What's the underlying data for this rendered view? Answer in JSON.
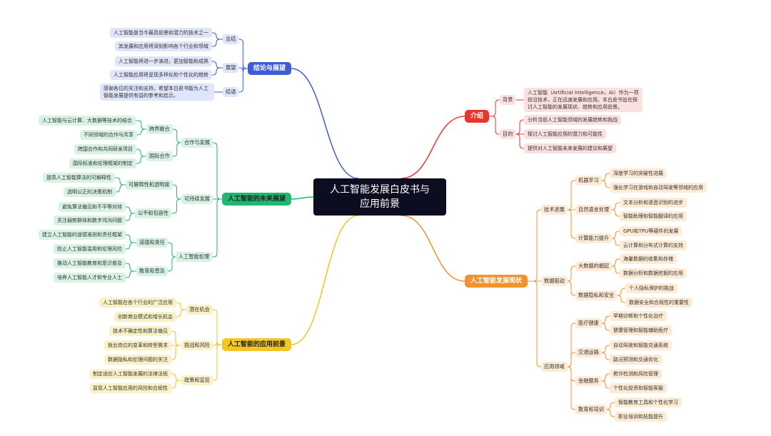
{
  "root": {
    "title_line1": "人工智能发展白皮书与",
    "title_line2": "应用前景"
  },
  "colors": {
    "blue": "#3f5bd8",
    "red": "#e8362f",
    "orange": "#f2922f",
    "green": "#1fb871",
    "yellow": "#f3c623",
    "root": "#0d0d22"
  },
  "conclusion": {
    "label": "结论与展望",
    "summary": {
      "label": "总结",
      "items": [
        "人工智能是当今最具前景和潜力的技术之一",
        "其发展和应用将深刻影响各个行业和领域"
      ]
    },
    "outlook": {
      "label": "展望",
      "items": [
        "人工智能将进一步演进，更加智能和成熟",
        "人工智能应用将呈现多样化和个性化的趋势"
      ]
    },
    "closing": {
      "label": "结语",
      "text": "感谢各位的关注和支持，希望本白皮书能为人工智能发展提供有益的参考和启示。"
    }
  },
  "intro": {
    "label": "介绍",
    "background": {
      "label": "背景",
      "text": "人工智能（Artificial Intelligence，AI）作为一项前沿技术，正在迅速发展和应用。本白皮书旨在探讨人工智能的发展现状、趋势和应用前景。"
    },
    "purpose": {
      "label": "目的",
      "items": [
        "分析当前人工智能领域的发展趋势和挑战",
        "探讨人工智能应用的潜力和可能性",
        "提供对人工智能未来发展的建议和展望"
      ]
    }
  },
  "current": {
    "label": "人工智能发展现状",
    "tech": {
      "label": "技术进展",
      "ml": {
        "label": "机器学习",
        "items": [
          "深度学习的突破性进展",
          "强化学习在游戏和自动驾驶等领域的应用"
        ]
      },
      "nlp": {
        "label": "自然语言处理",
        "items": [
          "文本分析和语音识别的进步",
          "智能助理和智能翻译的应用"
        ]
      },
      "compute": {
        "label": "计算能力提升",
        "items": [
          "GPU和TPU等硬件的发展",
          "云计算和分布式计算的支持"
        ]
      }
    },
    "data": {
      "label": "数据驱动",
      "bigdata": {
        "label": "大数据的崛起",
        "items": [
          "海量数据的收集和存储",
          "数据分析和数据挖掘的应用"
        ]
      },
      "privacy": {
        "label": "数据隐私和安全",
        "items": [
          "个人隐私保护的挑战",
          "数据安全和合规性的重要性"
        ]
      }
    },
    "apps": {
      "label": "应用领域",
      "health": {
        "label": "医疗健康",
        "items": [
          "早期诊断和个性化治疗",
          "健康管理和智能辅助医疗"
        ]
      },
      "traffic": {
        "label": "交通运输",
        "items": [
          "自动驾驶和智能交通系统",
          "路况预测和交通优化"
        ]
      },
      "finance": {
        "label": "金融服务",
        "items": [
          "欺诈检测和风险管理",
          "个性化投资和智能客服"
        ]
      },
      "edu": {
        "label": "教育和培训",
        "items": [
          "智能教育工具和个性化学习",
          "职业培训和技能提升"
        ]
      }
    }
  },
  "future": {
    "label": "人工智能的未来展望",
    "coop": {
      "label": "合作与发展",
      "cross": {
        "label": "跨界融合",
        "items": [
          "人工智能与云计算、大数据等技术的结合",
          "不同领域的合作与共享"
        ]
      },
      "intl": {
        "label": "国际合作",
        "items": [
          "跨国合作和共同研发项目",
          "国际标准和伦理框架的制定"
        ]
      }
    },
    "sustain": {
      "label": "可持续发展",
      "explain": {
        "label": "可解释性和透明度",
        "items": [
          "提高人工智能算法的可解释性",
          "透明公正的决策机制"
        ]
      },
      "fair": {
        "label": "公平和包容性",
        "items": [
          "避免算法偏见和不平等对待",
          "关注弱势群体和数字鸿沟问题"
        ]
      }
    },
    "ethics": {
      "label": "人工智能伦理",
      "moral": {
        "label": "道德和责任",
        "items": [
          "建立人工智能的道德准则和责任框架",
          "防止人工智能滥用和伦理风险"
        ]
      },
      "edu": {
        "label": "教育和普及",
        "items": [
          "推动人工智能教育和意识普及",
          "培养人工智能人才和专业人士"
        ]
      }
    }
  },
  "prospect": {
    "label": "人工智能的应用前景",
    "potential": {
      "label": "潜在机会",
      "items": [
        "人工智能在各个行业的广泛应用",
        "创新商业模式和增长机会"
      ]
    },
    "risk": {
      "label": "挑战和风险",
      "items": [
        "技术不确定性和算法偏见",
        "就业岗位的变革和转型需求",
        "数据隐私和伦理问题的关注"
      ]
    },
    "policy": {
      "label": "政策和监管",
      "items": [
        "制定适应人工智能发展的法律法规",
        "监管人工智能应用的风险和合规性"
      ]
    }
  }
}
